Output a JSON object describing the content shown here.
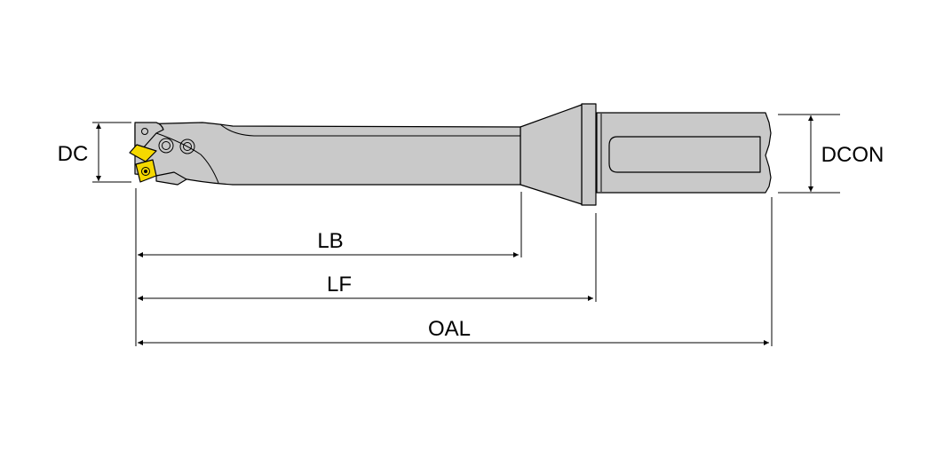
{
  "dimensions": {
    "dc": "DC",
    "dcon": "DCON",
    "lb": "LB",
    "lf": "LF",
    "oal": "OAL"
  },
  "colors": {
    "body": "#c9c9c9",
    "insert": "#f5d800",
    "line": "#000000",
    "background": "#ffffff"
  }
}
